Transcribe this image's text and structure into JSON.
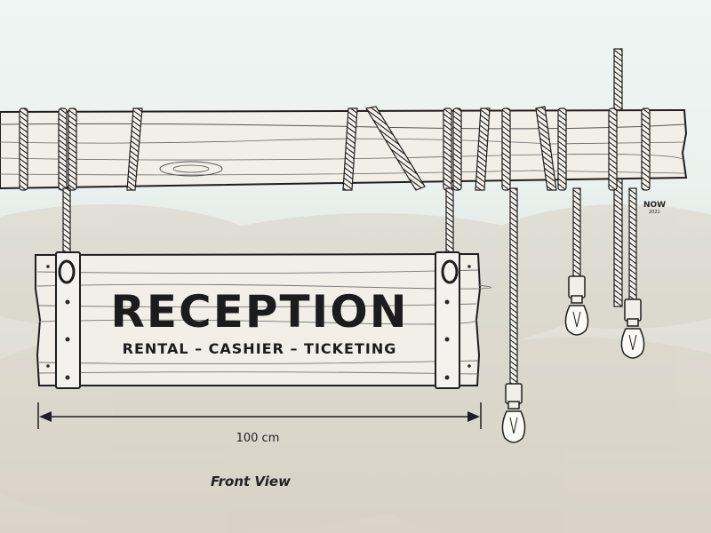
{
  "sign": {
    "title": "RECEPTION",
    "subtitle": "RENTAL – CASHIER – TICKETING"
  },
  "dimension": {
    "label": "100 cm"
  },
  "view_label": "Front View",
  "signature": {
    "initials": "NOW",
    "year": "2021"
  },
  "colors": {
    "sky": "#eef4f1",
    "wood": "#f1efe8",
    "ink": "#1e1e1e",
    "haze": "#d8d3c6"
  },
  "lamps": [
    {
      "name": "lamp-left"
    },
    {
      "name": "lamp-middle"
    },
    {
      "name": "lamp-right"
    }
  ]
}
